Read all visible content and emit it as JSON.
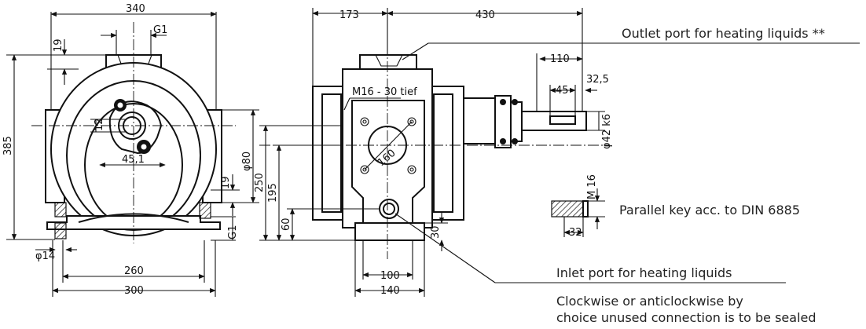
{
  "dimensions": {
    "d340": "340",
    "d19_top": "19",
    "g1_top": "G1",
    "d385": "385",
    "d12": "12",
    "d45_1": "45,1",
    "d80": "φ80",
    "d19_right": "19",
    "g1_bottom": "G1",
    "d14": "φ14",
    "d260": "260",
    "d300": "300",
    "d173": "173",
    "d430": "430",
    "m16_30": "M16 - 30 tief",
    "d160": "160",
    "d250": "250",
    "d195": "195",
    "d60": "60",
    "d30": "30",
    "d100": "100",
    "d140": "140",
    "d110": "110",
    "d32_5": "32,5",
    "d45": "45",
    "d42k6": "φ42 k6",
    "m16": "M 16",
    "d32": "32"
  },
  "callouts": {
    "outlet": "Outlet port for heating liquids **",
    "parallel_key": "Parallel key acc. to DIN 6885",
    "inlet": "Inlet port for heating liquids",
    "rotation_line1": "Clockwise or anticlockwise by",
    "rotation_line2": "choice unused connection is to be sealed"
  }
}
